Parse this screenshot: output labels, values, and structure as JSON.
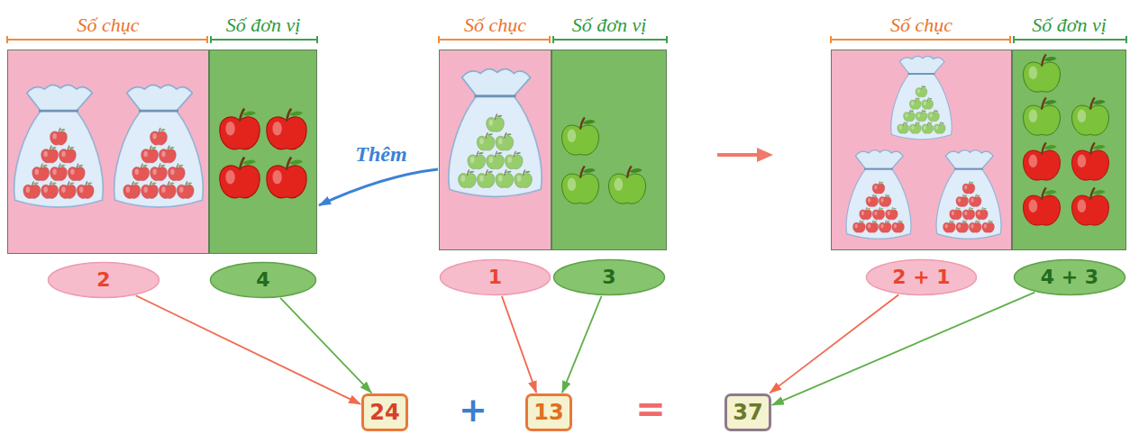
{
  "diagram": {
    "nodes": [
      {
        "text": [
          "Số chục"
        ]
      },
      {
        "text": [
          "Số đơn vị"
        ]
      },
      {
        "text": [
          "Số chục"
        ]
      },
      {
        "text": [
          "Số đơn vị"
        ]
      },
      {
        "text": [
          "Số chục"
        ]
      },
      {
        "text": [
          "Số đơn vị"
        ]
      },
      {
        "text": [
          "2"
        ]
      },
      {
        "text": [
          "4"
        ]
      },
      {
        "text": [
          "1"
        ]
      },
      {
        "text": [
          "3"
        ]
      },
      {
        "text": [
          "2 + 1"
        ]
      },
      {
        "text": [
          "4 + 3"
        ]
      },
      {
        "text": [
          "24"
        ]
      },
      {
        "text": [
          "13"
        ]
      },
      {
        "text": [
          "37"
        ]
      }
    ],
    "edges": [
      {
        "from": 6,
        "to": 12,
        "arrow": "to"
      },
      {
        "from": 7,
        "to": 12,
        "arrow": "to"
      },
      {
        "from": 8,
        "to": 13,
        "arrow": "to"
      },
      {
        "from": 9,
        "to": 13,
        "arrow": "to"
      },
      {
        "from": 10,
        "to": 14,
        "arrow": "to"
      },
      {
        "from": 11,
        "to": 14,
        "arrow": "to"
      },
      {
        "from": 2,
        "to": 1,
        "label": "Thêm",
        "arrow": "to"
      }
    ],
    "labels": [
      "+",
      "="
    ]
  }
}
